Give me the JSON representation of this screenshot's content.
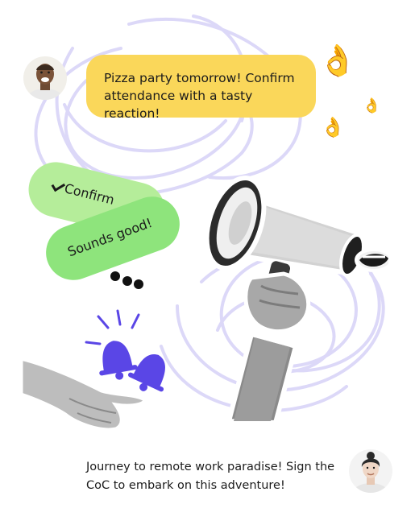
{
  "message_top": {
    "text": "Pizza party tomorrow! Confirm attendance with a tasty reaction!"
  },
  "reaction_back": {
    "label": "Confirm"
  },
  "reaction_front": {
    "label": "Sounds good!"
  },
  "message_bottom": {
    "text": "Journey to remote work paradise! Sign the CoC to embark on this adventure!"
  },
  "icons": {
    "ok_hand": "ok-hand-emoji",
    "check": "check-mark-icon",
    "bell": "bell-icon",
    "megaphone": "megaphone-icon",
    "typing": "typing-dots-icon"
  },
  "colors": {
    "bubble_yellow": "#FAD75A",
    "pill_light_green": "#B5ED9A",
    "pill_green": "#8EE47C",
    "scribble_lavender": "#DCD8F8",
    "bell_purple": "#5A46E6",
    "text_dark": "#1B1B1B"
  },
  "emoji_chars": {
    "ok_hand": "👌"
  }
}
